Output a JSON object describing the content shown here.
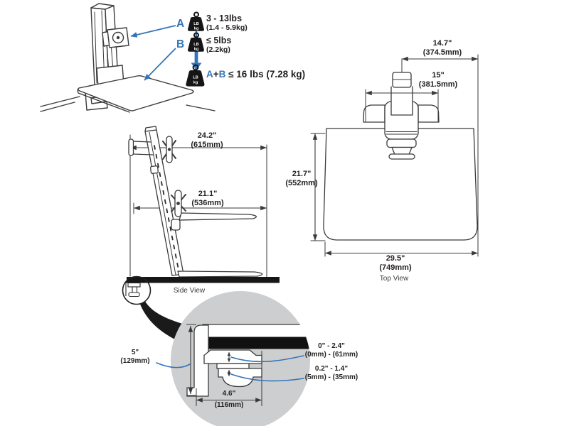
{
  "palette": {
    "accent_blue": "#3474ba",
    "line_dark": "#3a3a3a",
    "detail_circle_gray": "#cdcecf"
  },
  "weight_capacity": {
    "item_a": {
      "letter": "A",
      "weight_lbs": "3 - 13lbs",
      "weight_kg": "(1.4 - 5.9kg)"
    },
    "item_b": {
      "letter": "B",
      "weight_lbs": "≤ 5lbs",
      "weight_kg": "(2.2kg)"
    },
    "combined": {
      "letter_a": "A",
      "plus": "+",
      "letter_b": "B",
      "rule": " ≤ 16 lbs (7.28 kg)"
    },
    "weight_icon": {
      "line1": "LB",
      "line2": "kg"
    }
  },
  "side_view": {
    "caption": "Side View",
    "dim_overall_depth": {
      "in": "24.2\"",
      "mm": "(615mm)"
    },
    "dim_keyboard_depth": {
      "in": "21.1\"",
      "mm": "(536mm)"
    }
  },
  "top_view": {
    "caption": "Top View",
    "dim_center_to_edge": {
      "in": "14.7\"",
      "mm": "(374.5mm)"
    },
    "dim_crossbar_width": {
      "in": "15\"",
      "mm": "(381.5mm)"
    },
    "dim_surface_depth": {
      "in": "21.7\"",
      "mm": "(552mm)"
    },
    "dim_surface_width": {
      "in": "29.5\"",
      "mm": "(749mm)"
    }
  },
  "clamp_detail": {
    "dim_clamp_height": {
      "in": "5\"",
      "mm": "(129mm)"
    },
    "dim_clamp_depth": {
      "in": "4.6\"",
      "mm": "(116mm)"
    },
    "dim_surface_thickness_range": {
      "in": "0\" - 2.4\"",
      "mm": "(0mm) - (61mm)"
    },
    "dim_lip_range": {
      "in": "0.2\" - 1.4\"",
      "mm": "(5mm) - (35mm)"
    }
  }
}
